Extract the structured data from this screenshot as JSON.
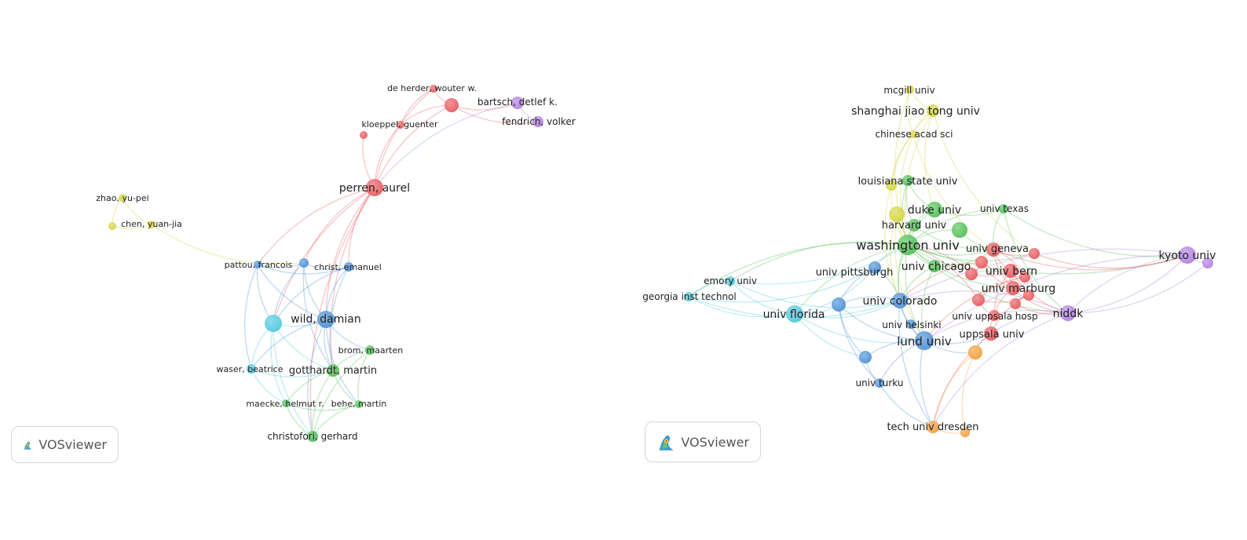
{
  "colors": {
    "red": "#e8585c",
    "green": "#4fbf55",
    "blue": "#4a8fd6",
    "cyan": "#4ec8de",
    "yellow": "#d4d43c",
    "purple": "#b07ee0",
    "orange": "#f39c3a"
  },
  "logo": {
    "left": "VOSviewer",
    "right": "VOSviewer"
  },
  "networks": [
    {
      "id": "authors",
      "nodes": [
        {
          "id": "a1",
          "label": "de herder, wouter w.",
          "color": "red"
        },
        {
          "id": "a2",
          "label": "",
          "color": "red"
        },
        {
          "id": "a3",
          "label": "bartsch, detlef k.",
          "color": "purple"
        },
        {
          "id": "a4",
          "label": "fendrich, volker",
          "color": "purple"
        },
        {
          "id": "a5",
          "label": "kloeppel, guenter",
          "color": "red"
        },
        {
          "id": "a6",
          "label": "",
          "color": "red"
        },
        {
          "id": "a7",
          "label": "perren, aurel",
          "color": "red"
        },
        {
          "id": "a8",
          "label": "zhao, yu-pei",
          "color": "yellow"
        },
        {
          "id": "a9",
          "label": "",
          "color": "yellow"
        },
        {
          "id": "a10",
          "label": "chen, yuan-jia",
          "color": "yellow"
        },
        {
          "id": "a11",
          "label": "pattou, francois",
          "color": "blue"
        },
        {
          "id": "a12",
          "label": "",
          "color": "blue"
        },
        {
          "id": "a13",
          "label": "christ, emanuel",
          "color": "blue"
        },
        {
          "id": "a14",
          "label": "",
          "color": "cyan"
        },
        {
          "id": "a15",
          "label": "wild, damian",
          "color": "blue"
        },
        {
          "id": "a16",
          "label": "brom, maarten",
          "color": "green"
        },
        {
          "id": "a17",
          "label": "waser, beatrice",
          "color": "cyan"
        },
        {
          "id": "a18",
          "label": "gotthardt, martin",
          "color": "green"
        },
        {
          "id": "a19",
          "label": "maecke, helmut r.",
          "color": "green"
        },
        {
          "id": "a20",
          "label": "behe, martin",
          "color": "green"
        },
        {
          "id": "a21",
          "label": "christofori, gerhard",
          "color": "green"
        }
      ],
      "edges": [
        [
          "a1",
          "a2"
        ],
        [
          "a2",
          "a3"
        ],
        [
          "a3",
          "a4"
        ],
        [
          "a2",
          "a4"
        ],
        [
          "a1",
          "a5"
        ],
        [
          "a2",
          "a5"
        ],
        [
          "a5",
          "a7"
        ],
        [
          "a6",
          "a7"
        ],
        [
          "a2",
          "a7"
        ],
        [
          "a1",
          "a7"
        ],
        [
          "a3",
          "a7"
        ],
        [
          "a8",
          "a9"
        ],
        [
          "a9",
          "a10"
        ],
        [
          "a8",
          "a10"
        ],
        [
          "a10",
          "a12"
        ],
        [
          "a7",
          "a12"
        ],
        [
          "a7",
          "a13"
        ],
        [
          "a7",
          "a14"
        ],
        [
          "a7",
          "a15"
        ],
        [
          "a7",
          "a18"
        ],
        [
          "a7",
          "a11"
        ],
        [
          "a7",
          "a21"
        ],
        [
          "a11",
          "a12"
        ],
        [
          "a12",
          "a13"
        ],
        [
          "a11",
          "a13"
        ],
        [
          "a11",
          "a14"
        ],
        [
          "a12",
          "a15"
        ],
        [
          "a13",
          "a15"
        ],
        [
          "a14",
          "a15"
        ],
        [
          "a11",
          "a15"
        ],
        [
          "a12",
          "a14"
        ],
        [
          "a13",
          "a14"
        ],
        [
          "a14",
          "a17"
        ],
        [
          "a15",
          "a17"
        ],
        [
          "a15",
          "a18"
        ],
        [
          "a15",
          "a16"
        ],
        [
          "a14",
          "a18"
        ],
        [
          "a14",
          "a19"
        ],
        [
          "a15",
          "a20"
        ],
        [
          "a15",
          "a21"
        ],
        [
          "a14",
          "a21"
        ],
        [
          "a16",
          "a18"
        ],
        [
          "a17",
          "a18"
        ],
        [
          "a18",
          "a19"
        ],
        [
          "a18",
          "a20"
        ],
        [
          "a18",
          "a21"
        ],
        [
          "a19",
          "a21"
        ],
        [
          "a20",
          "a21"
        ],
        [
          "a16",
          "a20"
        ],
        [
          "a17",
          "a19"
        ],
        [
          "a19",
          "a20"
        ],
        [
          "a16",
          "a21"
        ],
        [
          "a11",
          "a17"
        ],
        [
          "a12",
          "a18"
        ],
        [
          "a13",
          "a18"
        ]
      ]
    },
    {
      "id": "institutions",
      "nodes": [
        {
          "id": "b1",
          "label": "mcgill univ",
          "color": "yellow"
        },
        {
          "id": "b2",
          "label": "shanghai jiao tong univ",
          "color": "yellow"
        },
        {
          "id": "b3",
          "label": "chinese acad sci",
          "color": "yellow"
        },
        {
          "id": "b4",
          "label": "louisiana state univ",
          "color": "green"
        },
        {
          "id": "b5",
          "label": "",
          "color": "yellow"
        },
        {
          "id": "b6",
          "label": "duke univ",
          "color": "green"
        },
        {
          "id": "b7",
          "label": "univ texas",
          "color": "green"
        },
        {
          "id": "b8",
          "label": "",
          "color": "yellow"
        },
        {
          "id": "b9",
          "label": "harvard univ",
          "color": "green"
        },
        {
          "id": "b10",
          "label": "",
          "color": "green"
        },
        {
          "id": "b11",
          "label": "washington univ",
          "color": "green"
        },
        {
          "id": "b12",
          "label": "univ geneva",
          "color": "red"
        },
        {
          "id": "b13",
          "label": "",
          "color": "red"
        },
        {
          "id": "b14",
          "label": "kyoto univ",
          "color": "purple"
        },
        {
          "id": "b15",
          "label": "",
          "color": "purple"
        },
        {
          "id": "b16",
          "label": "emory univ",
          "color": "cyan"
        },
        {
          "id": "b17",
          "label": "univ pittsburgh",
          "color": "blue"
        },
        {
          "id": "b18",
          "label": "univ chicago",
          "color": "green"
        },
        {
          "id": "b19",
          "label": "univ bern",
          "color": "red"
        },
        {
          "id": "b20",
          "label": "georgia inst technol",
          "color": "cyan"
        },
        {
          "id": "b21",
          "label": "univ marburg",
          "color": "red"
        },
        {
          "id": "b22",
          "label": "univ colorado",
          "color": "blue"
        },
        {
          "id": "b23",
          "label": "",
          "color": "blue"
        },
        {
          "id": "b24",
          "label": "niddk",
          "color": "purple"
        },
        {
          "id": "b25",
          "label": "univ florida",
          "color": "cyan"
        },
        {
          "id": "b26",
          "label": "univ uppsala hosp",
          "color": "red"
        },
        {
          "id": "b27",
          "label": "univ helsinki",
          "color": "blue"
        },
        {
          "id": "b28",
          "label": "uppsala univ",
          "color": "red"
        },
        {
          "id": "b29",
          "label": "lund univ",
          "color": "blue"
        },
        {
          "id": "b30",
          "label": "",
          "color": "orange"
        },
        {
          "id": "b31",
          "label": "",
          "color": "blue"
        },
        {
          "id": "b32",
          "label": "univ turku",
          "color": "blue"
        },
        {
          "id": "b33",
          "label": "tech univ dresden",
          "color": "orange"
        },
        {
          "id": "b34",
          "label": "",
          "color": "orange"
        },
        {
          "id": "b35",
          "label": "",
          "color": "red"
        },
        {
          "id": "b36",
          "label": "",
          "color": "red"
        },
        {
          "id": "b37",
          "label": "",
          "color": "red"
        },
        {
          "id": "b38",
          "label": "",
          "color": "red"
        },
        {
          "id": "b39",
          "label": "",
          "color": "red"
        },
        {
          "id": "b40",
          "label": "",
          "color": "red"
        }
      ],
      "edges": [
        [
          "b1",
          "b2"
        ],
        [
          "b2",
          "b3"
        ],
        [
          "b1",
          "b3"
        ],
        [
          "b2",
          "b5"
        ],
        [
          "b3",
          "b5"
        ],
        [
          "b2",
          "b6"
        ],
        [
          "b3",
          "b11"
        ],
        [
          "b2",
          "b11"
        ],
        [
          "b1",
          "b11"
        ],
        [
          "b5",
          "b11"
        ],
        [
          "b3",
          "b12"
        ],
        [
          "b2",
          "b13"
        ],
        [
          "b4",
          "b11"
        ],
        [
          "b4",
          "b6"
        ],
        [
          "b4",
          "b9"
        ],
        [
          "b4",
          "b5"
        ],
        [
          "b6",
          "b11"
        ],
        [
          "b6",
          "b7"
        ],
        [
          "b6",
          "b9"
        ],
        [
          "b7",
          "b11"
        ],
        [
          "b7",
          "b12"
        ],
        [
          "b7",
          "b14"
        ],
        [
          "b7",
          "b24"
        ],
        [
          "b8",
          "b11"
        ],
        [
          "b9",
          "b11"
        ],
        [
          "b10",
          "b11"
        ],
        [
          "b11",
          "b12"
        ],
        [
          "b11",
          "b13"
        ],
        [
          "b11",
          "b18"
        ],
        [
          "b11",
          "b17"
        ],
        [
          "b11",
          "b22"
        ],
        [
          "b11",
          "b25"
        ],
        [
          "b11",
          "b29"
        ],
        [
          "b11",
          "b24"
        ],
        [
          "b11",
          "b14"
        ],
        [
          "b11",
          "b16"
        ],
        [
          "b11",
          "b20"
        ],
        [
          "b11",
          "b19"
        ],
        [
          "b11",
          "b21"
        ],
        [
          "b12",
          "b13"
        ],
        [
          "b12",
          "b19"
        ],
        [
          "b12",
          "b21"
        ],
        [
          "b19",
          "b21"
        ],
        [
          "b21",
          "b26"
        ],
        [
          "b26",
          "b28"
        ],
        [
          "b19",
          "b26"
        ],
        [
          "b12",
          "b14"
        ],
        [
          "b13",
          "b14"
        ],
        [
          "b19",
          "b24"
        ],
        [
          "b21",
          "b24"
        ],
        [
          "b24",
          "b14"
        ],
        [
          "b24",
          "b15"
        ],
        [
          "b14",
          "b15"
        ],
        [
          "b16",
          "b20"
        ],
        [
          "b16",
          "b25"
        ],
        [
          "b20",
          "b25"
        ],
        [
          "b25",
          "b22"
        ],
        [
          "b25",
          "b29"
        ],
        [
          "b25",
          "b17"
        ],
        [
          "b25",
          "b23"
        ],
        [
          "b25",
          "b31"
        ],
        [
          "b16",
          "b22"
        ],
        [
          "b20",
          "b22"
        ],
        [
          "b20",
          "b17"
        ],
        [
          "b16",
          "b11"
        ],
        [
          "b22",
          "b29"
        ],
        [
          "b22",
          "b27"
        ],
        [
          "b22",
          "b17"
        ],
        [
          "b22",
          "b23"
        ],
        [
          "b23",
          "b29"
        ],
        [
          "b23",
          "b31"
        ],
        [
          "b27",
          "b29"
        ],
        [
          "b29",
          "b31"
        ],
        [
          "b29",
          "b32"
        ],
        [
          "b31",
          "b32"
        ],
        [
          "b23",
          "b32"
        ],
        [
          "b17",
          "b23"
        ],
        [
          "b29",
          "b28"
        ],
        [
          "b29",
          "b30"
        ],
        [
          "b28",
          "b30"
        ],
        [
          "b30",
          "b33"
        ],
        [
          "b29",
          "b33"
        ],
        [
          "b33",
          "b34"
        ],
        [
          "b30",
          "b34"
        ],
        [
          "b28",
          "b33"
        ],
        [
          "b22",
          "b33"
        ],
        [
          "b32",
          "b33"
        ],
        [
          "b24",
          "b33"
        ],
        [
          "b24",
          "b28"
        ],
        [
          "b24",
          "b29"
        ],
        [
          "b24",
          "b22"
        ],
        [
          "b14",
          "b22"
        ],
        [
          "b14",
          "b29"
        ],
        [
          "b14",
          "b24"
        ],
        [
          "b35",
          "b36"
        ],
        [
          "b36",
          "b37"
        ],
        [
          "b37",
          "b38"
        ],
        [
          "b38",
          "b39"
        ],
        [
          "b39",
          "b40"
        ],
        [
          "b35",
          "b19"
        ],
        [
          "b36",
          "b21"
        ],
        [
          "b37",
          "b12"
        ],
        [
          "b38",
          "b26"
        ],
        [
          "b39",
          "b28"
        ],
        [
          "b40",
          "b24"
        ],
        [
          "b35",
          "b11"
        ],
        [
          "b36",
          "b22"
        ],
        [
          "b37",
          "b29"
        ],
        [
          "b38",
          "b11"
        ],
        [
          "b18",
          "b22"
        ],
        [
          "b18",
          "b29"
        ],
        [
          "b18",
          "b12"
        ],
        [
          "b9",
          "b12"
        ],
        [
          "b9",
          "b22"
        ],
        [
          "b10",
          "b12"
        ],
        [
          "b5",
          "b22"
        ],
        [
          "b8",
          "b29"
        ],
        [
          "b8",
          "b22"
        ]
      ]
    }
  ]
}
